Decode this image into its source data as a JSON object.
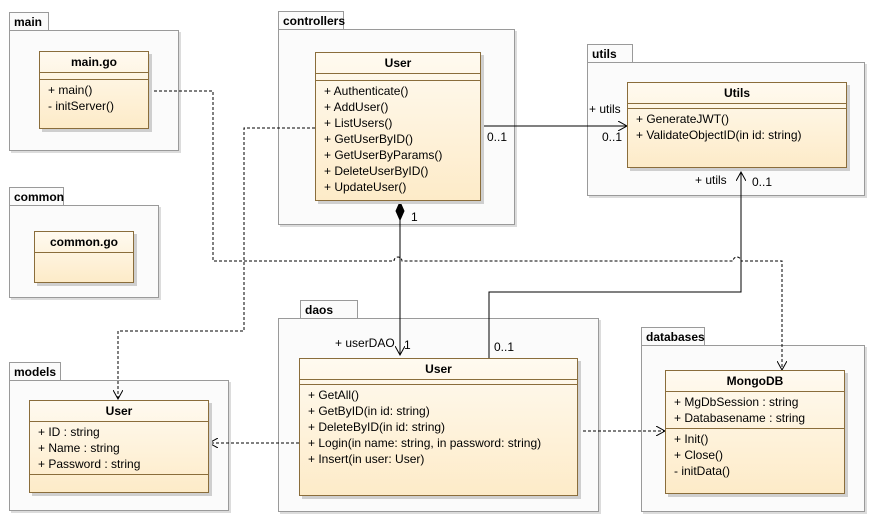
{
  "packages": {
    "main": "main",
    "common": "common",
    "controllers": "controllers",
    "utils": "utils",
    "daos": "daos",
    "models": "models",
    "databases": "databases"
  },
  "classes": {
    "main_go": {
      "name": "main.go",
      "operations": [
        "+ main()",
        "- initServer()"
      ]
    },
    "common_go": {
      "name": "common.go"
    },
    "controllers_user": {
      "name": "User",
      "operations": [
        "+ Authenticate()",
        "+ AddUser()",
        "+ ListUsers()",
        "+ GetUserByID()",
        "+ GetUserByParams()",
        "+ DeleteUserByID()",
        "+ UpdateUser()"
      ]
    },
    "utils": {
      "name": "Utils",
      "operations": [
        "+ GenerateJWT()",
        "+ ValidateObjectID(in id: string)"
      ]
    },
    "daos_user": {
      "name": "User",
      "operations": [
        "+ GetAll()",
        "+ GetByID(in id: string)",
        "+ DeleteByID(in id: string)",
        "+ Login(in name: string, in password: string)",
        "+ Insert(in user: User)"
      ]
    },
    "models_user": {
      "name": "User",
      "attributes": [
        "+ ID : string",
        "+ Name : string",
        "+ Password : string"
      ]
    },
    "mongodb": {
      "name": "MongoDB",
      "attributes": [
        "+ MgDbSession : string",
        "+ Databasename : string"
      ],
      "operations": [
        "+ Init()",
        "+ Close()",
        "- initData()"
      ]
    }
  },
  "associations": {
    "controllers_utils_role": "+ utils",
    "controllers_utils_src_mult": "0..1",
    "controllers_utils_dst_mult": "0..1",
    "daos_utils_role": "+ utils",
    "daos_utils_mult": "0..1",
    "composition_mult": "1",
    "userdao_role": "+ userDAO",
    "userdao_mult": "1",
    "daos_src_mult": "0..1"
  },
  "colors": {
    "class_fill": "#fdebc8",
    "class_border": "#8a6d3b",
    "package_fill": "#fbfbfb"
  }
}
